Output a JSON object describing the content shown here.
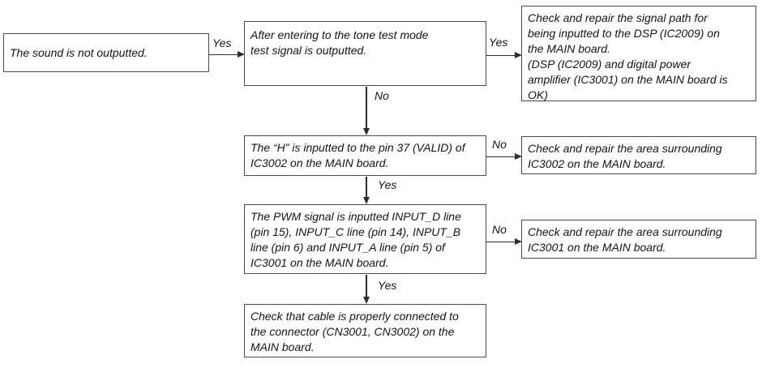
{
  "flowchart": {
    "type": "troubleshooting-flowchart",
    "colors": {
      "background": "#ffffff",
      "box_border": "#4a4a4a",
      "text": "#141414",
      "arrow": "#2e2e2e"
    },
    "nodes": {
      "start": {
        "text": "The sound is not outputted."
      },
      "step1": {
        "text": "After entering to the tone test mode\ntest signal is outputted."
      },
      "result1": {
        "text": "Check and repair the signal path for\nbeing inputted to the DSP (IC2009) on\nthe MAIN board.\n(DSP (IC2009) and digital power\namplifier (IC3001) on the MAIN board is\nOK)"
      },
      "step2": {
        "text": "The “H” is inputted to the pin 37 (VALID) of\nIC3002 on the MAIN board."
      },
      "result2": {
        "text": "Check and repair the area surrounding\nIC3002 on the MAIN board."
      },
      "step3": {
        "text": "The PWM signal is inputted INPUT_D line\n(pin 15), INPUT_C line (pin 14), INPUT_B\nline (pin 6) and INPUT_A line (pin 5) of\nIC3001 on the MAIN board."
      },
      "result3": {
        "text": "Check and repair the area surrounding\nIC3001 on the MAIN board."
      },
      "end": {
        "text": "Check that cable is properly connected to\nthe connector (CN3001, CN3002) on the\nMAIN board."
      }
    },
    "edges": {
      "start_step1": {
        "label": "Yes"
      },
      "step1_result1": {
        "label": "Yes"
      },
      "step1_step2": {
        "label": "No"
      },
      "step2_result2": {
        "label": "No"
      },
      "step2_step3": {
        "label": "Yes"
      },
      "step3_result3": {
        "label": "No"
      },
      "step3_end": {
        "label": "Yes"
      }
    }
  }
}
